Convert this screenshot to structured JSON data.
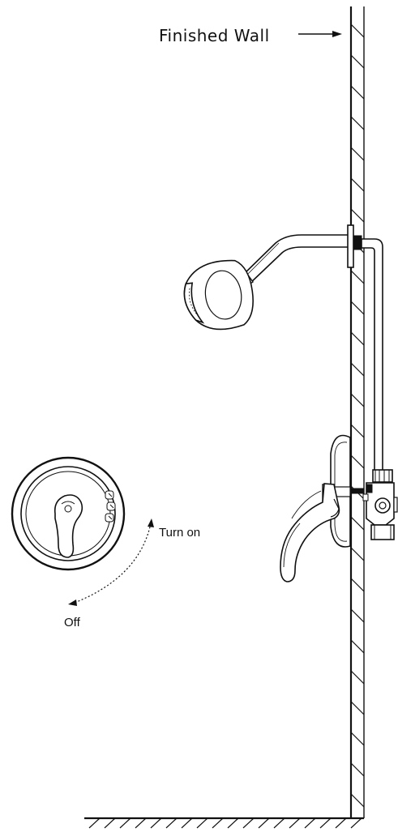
{
  "labels": {
    "finished_wall": "Finished Wall",
    "turn_on": "Turn on",
    "off": "Off"
  },
  "colors": {
    "line": "#111111",
    "hatch": "#222222",
    "highlight": "#ffffff"
  },
  "icons": {
    "wall_arrow": "right-arrow",
    "rotation_arrow": "curved-dotted-arrow"
  }
}
